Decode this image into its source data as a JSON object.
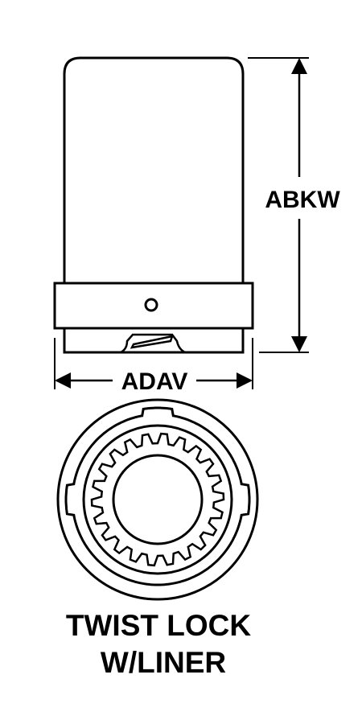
{
  "dimensions": {
    "height_label": "ABKW",
    "width_label": "ADAV"
  },
  "caption": {
    "line1": "TWIST LOCK",
    "line2": "W/LINER"
  },
  "colors": {
    "line": "#000000",
    "background": "#ffffff"
  }
}
